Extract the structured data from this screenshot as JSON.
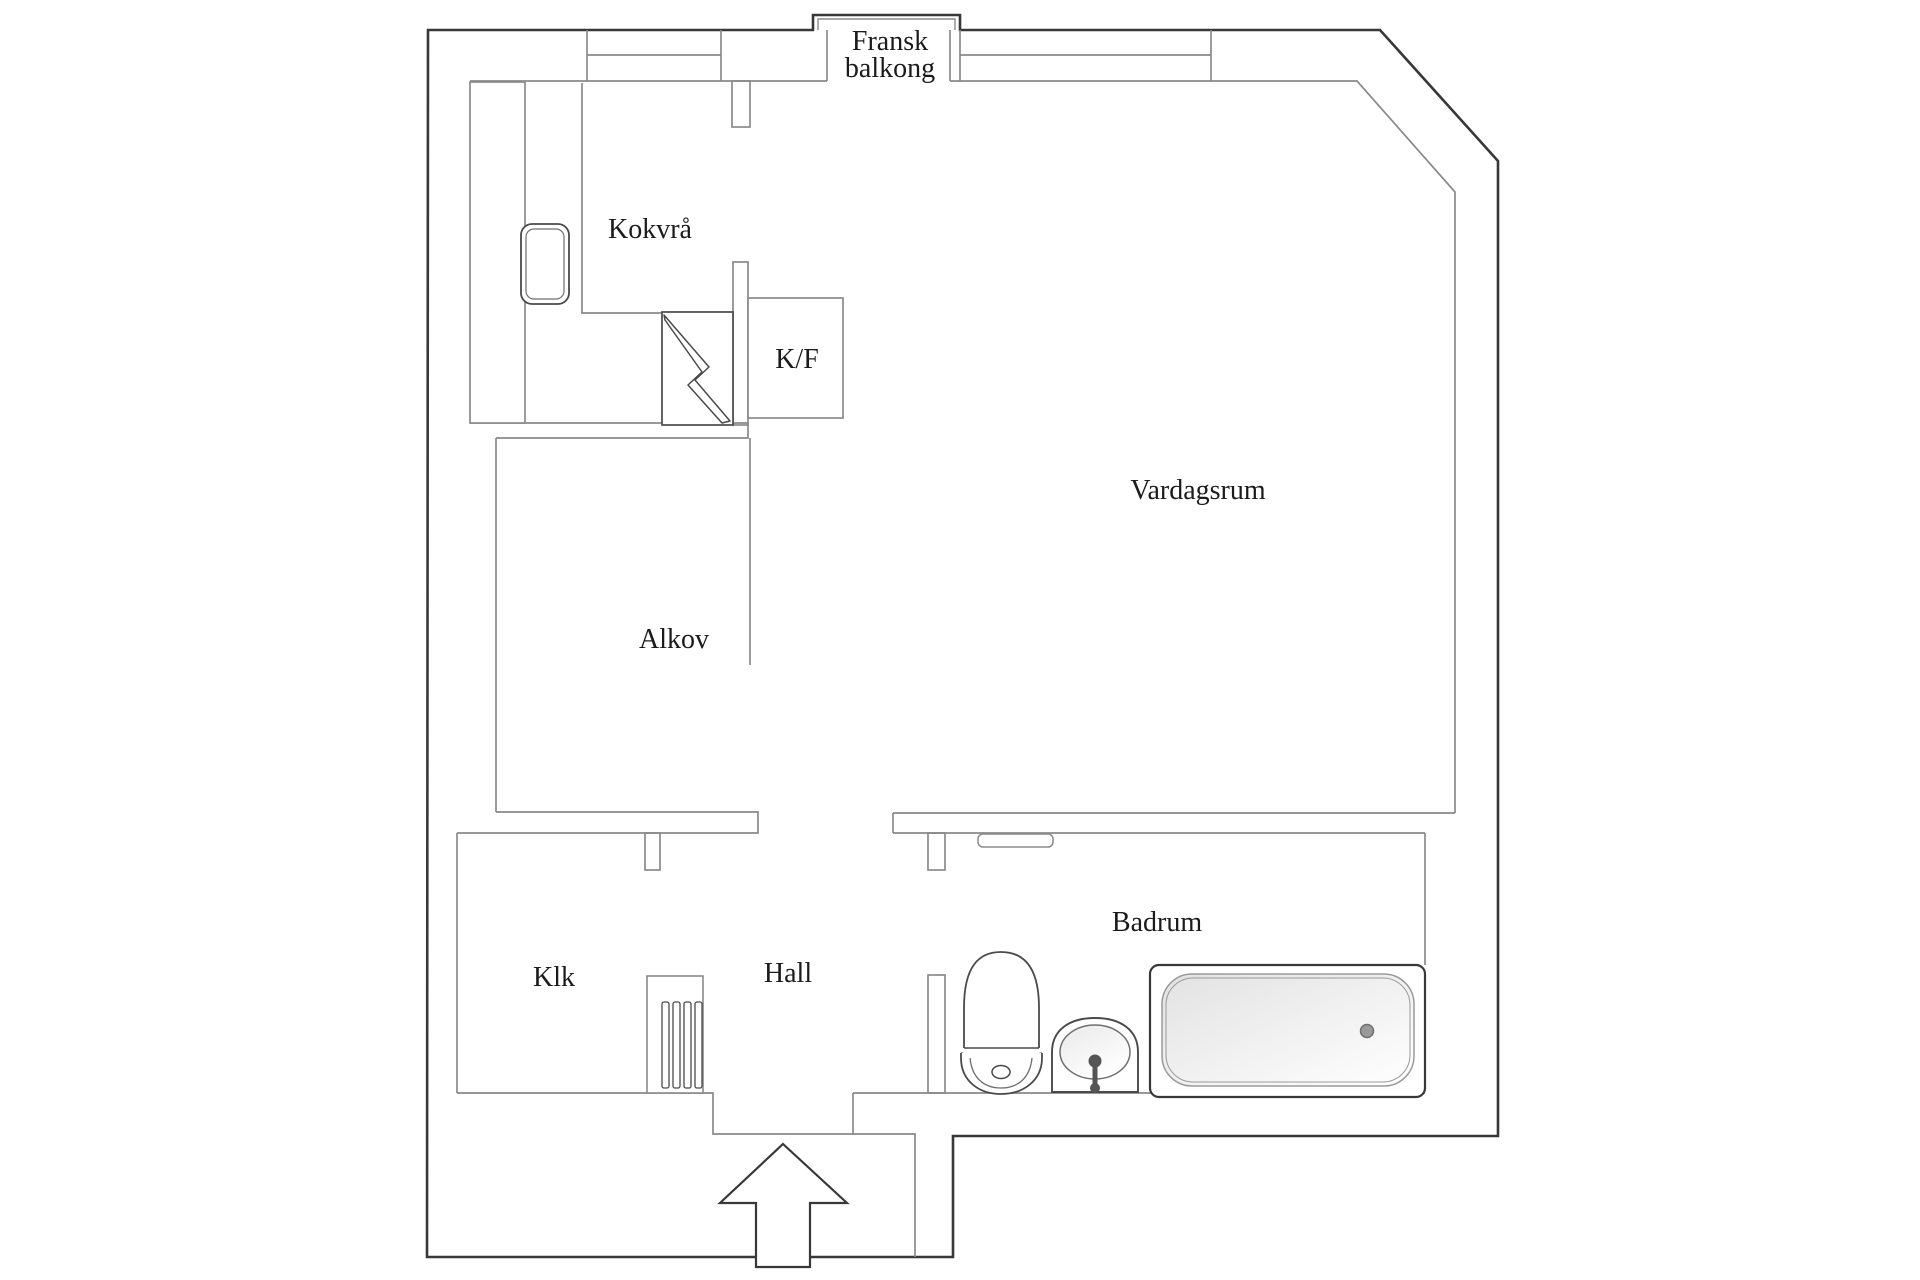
{
  "title": "Apartment floor plan",
  "colors": {
    "background": "#ffffff",
    "wall_dark": "#383838",
    "wall_light": "#8a8a8a",
    "fixture_stroke": "#4a4a4a",
    "text": "#1b1b1b",
    "shade_gray": "#e6e6e6"
  },
  "labels": {
    "balcony_line1": "Fransk",
    "balcony_line2": "balkong",
    "kitchenette": "Kokvrå",
    "fridge_freezer": "K/F",
    "living_room": "Vardagsrum",
    "alcove": "Alkov",
    "closet": "Klk",
    "hall": "Hall",
    "bathroom": "Badrum"
  },
  "fixtures": {
    "kitchen_counter": "kitchen-counter",
    "kitchen_sink": "kitchen-sink-icon",
    "stove": "stove-lightning-icon",
    "fridge_freezer_box": "fridge-freezer-box",
    "toilet": "toilet-icon",
    "washbasin": "washbasin-icon",
    "bathtub": "bathtub-icon",
    "louvre_door": "louvre-door-icon",
    "entrance_arrow": "entrance-arrow-icon",
    "french_balcony": "french-balcony-railing",
    "windows": "window-double-line"
  }
}
